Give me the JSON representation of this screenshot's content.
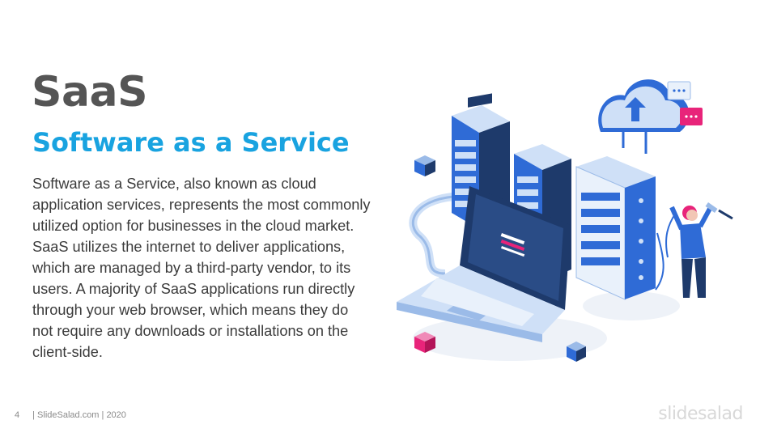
{
  "slide": {
    "title": "SaaS",
    "subtitle": "Software as a Service",
    "body": "Software as a Service, also known as cloud application services, represents the most commonly utilized option for businesses in the cloud market. SaaS utilizes the internet to deliver applications, which are managed by a third-party vendor, to its users. A majority of SaaS applications run directly through your web browser, which means they do not require any downloads or installations on the client-side."
  },
  "footer": {
    "page_number": "4",
    "credit": "| SlideSalad.com | 2020"
  },
  "logo": {
    "text": "slidesalad"
  },
  "colors": {
    "title": "#555555",
    "subtitle": "#19a3e0",
    "accent_pink": "#e8247a",
    "illustration_blue": "#2f6bd6",
    "illustration_navy": "#1e3a6b",
    "illustration_light": "#cfe0f7"
  },
  "icons": [
    "server-rack-icon",
    "laptop-icon",
    "cloud-upload-icon",
    "chat-bubble-icon",
    "person-icon",
    "cube-icon"
  ]
}
